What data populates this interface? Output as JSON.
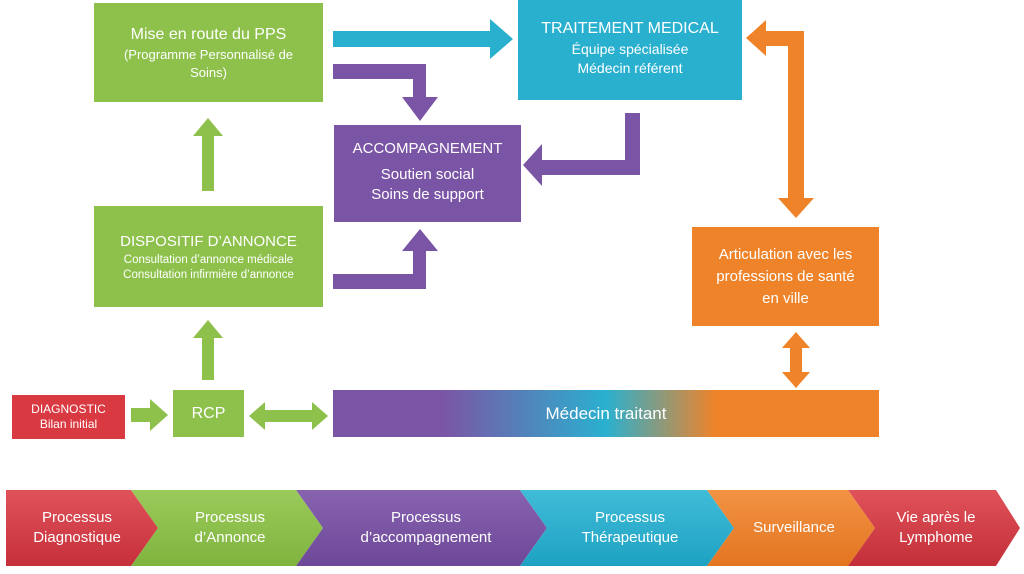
{
  "boxes": {
    "pps": {
      "line1": "Mise en route du PPS",
      "line2": "(Programme Personnalisé de",
      "line3": "Soins)"
    },
    "traitement": {
      "title": "TRAITEMENT MEDICAL",
      "line1": "Équipe spécialisée",
      "line2": "Médecin référent"
    },
    "accompagnement": {
      "title": "ACCOMPAGNEMENT",
      "line1": "Soutien social",
      "line2": "Soins de support"
    },
    "annonce": {
      "title": "DISPOSITIF D’ANNONCE",
      "line1": "Consultation d’annonce médicale",
      "line2": "Consultation infirmière d’annonce"
    },
    "articulation": {
      "line1": "Articulation avec les",
      "line2": "professions de santé",
      "line3": "en ville"
    },
    "diagnostic": {
      "line1": "DIAGNOSTIC",
      "line2": "Bilan initial"
    },
    "rcp": {
      "label": "RCP"
    },
    "medecin": {
      "label": "Médecin traitant"
    }
  },
  "processes": [
    {
      "line1": "Processus",
      "line2": "Diagnostique"
    },
    {
      "line1": "Processus",
      "line2": "d’Annonce"
    },
    {
      "line1": "Processus",
      "line2": "d’accompagnement"
    },
    {
      "line1": "Processus",
      "line2": "Thérapeutique"
    },
    {
      "line1": "Surveillance",
      "line2": ""
    },
    {
      "line1": "Vie après le",
      "line2": "Lymphome"
    }
  ],
  "colors": {
    "green": "#8dc14b",
    "purple": "#7b55a5",
    "blue": "#2ab0cf",
    "orange": "#ee8329",
    "red": "#d93a42"
  }
}
